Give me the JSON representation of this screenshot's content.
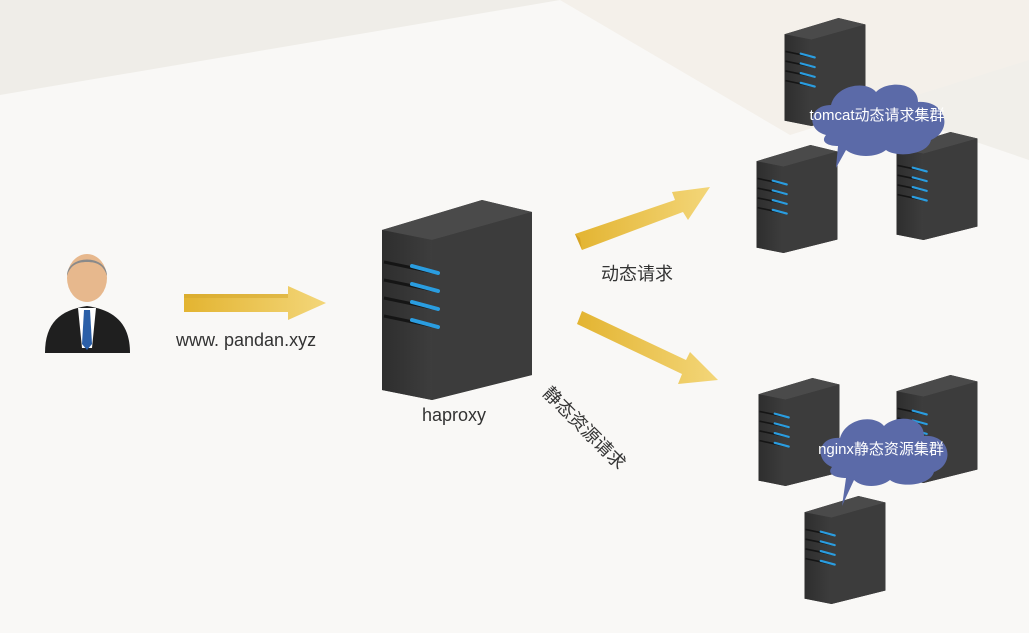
{
  "diagram": {
    "client": {
      "icon": "businessman-icon",
      "url_label": "www. pandan.xyz"
    },
    "proxy": {
      "icon": "server-icon",
      "label": "haproxy"
    },
    "routes": [
      {
        "label": "动态请求",
        "target": "tomcat-cluster"
      },
      {
        "label": "静态资源请求",
        "target": "nginx-cluster"
      }
    ],
    "clusters": [
      {
        "id": "tomcat-cluster",
        "label": "tomcat动态请求集群",
        "server_count": 3
      },
      {
        "id": "nginx-cluster",
        "label": "nginx静态资源集群",
        "server_count": 3
      }
    ]
  },
  "colors": {
    "arrow_gold": "#e8bd3e",
    "server_body": "#3a3a3a",
    "server_led": "#2a9de0",
    "cloud": "#5b6aa8",
    "text": "#333333"
  }
}
